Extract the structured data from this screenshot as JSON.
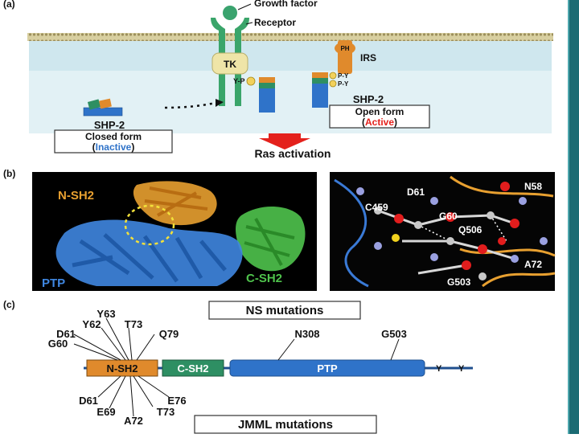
{
  "panel_a": {
    "label": "(a)",
    "growth_factor": "Growth factor",
    "receptor": "Receptor",
    "tk": "TK",
    "pY_left": "Y-P",
    "irs_ph": "PH",
    "irs": "IRS",
    "pY_right_1": "P-Y",
    "pY_right_2": "P-Y",
    "shp2_open_name": "SHP-2",
    "shp2_open_form": "Open form",
    "shp2_open_state": "Active",
    "shp2_closed_name": "SHP-2",
    "shp2_closed_form": "Closed form",
    "shp2_closed_state": "Inactive",
    "ras_activation": "Ras activation",
    "paren_open": "(",
    "paren_close": ")"
  },
  "panel_b": {
    "label": "(b)",
    "n_sh2": "N-SH2",
    "ptp": "PTP",
    "c_sh2": "C-SH2",
    "residues": [
      "D61",
      "N58",
      "C459",
      "G60",
      "Q506",
      "A72",
      "G503"
    ]
  },
  "panel_c": {
    "label": "(c)",
    "ns_title": "NS mutations",
    "jmml_title": "JMML mutations",
    "domains": {
      "n_sh2": "N-SH2",
      "c_sh2": "C-SH2",
      "ptp": "PTP"
    },
    "tail_y1": "Y",
    "tail_y2": "Y",
    "ns_mutations": [
      "Y63",
      "Y62",
      "T73",
      "D61",
      "Q79",
      "G60"
    ],
    "ns_ptp_mutations": [
      "N308",
      "G503"
    ],
    "jmml_mutations": [
      "D61",
      "E76",
      "E69",
      "T73",
      "A72"
    ]
  },
  "colors": {
    "membrane_band": "#dff0f4",
    "receptor": "#3aa56a",
    "growth_factor": "#3aa36e",
    "tk": "#efe5a8",
    "n_sh2": "#e08a2c",
    "c_sh2": "#2e8f63",
    "ptp": "#2f73c9",
    "ras_arrow": "#e4211c",
    "active_text": "#e4211c",
    "inactive_text": "#2f73c9"
  }
}
